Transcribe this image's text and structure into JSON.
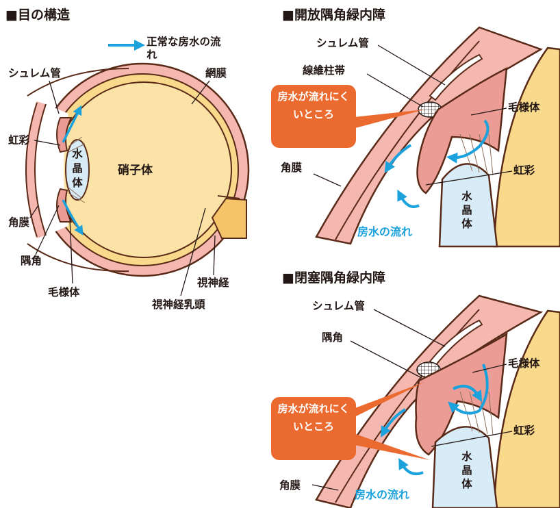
{
  "colors": {
    "outline": "#5a2a18",
    "pink": "#f4b8b0",
    "pink_dark": "#eb9d95",
    "yellow": "#f9d98b",
    "yellow_dark": "#f5c468",
    "lens": "#d7ecf7",
    "arrow": "#1ba1dc",
    "callout": "#ea6a30",
    "text": "#231815"
  },
  "left_panel": {
    "title": "■目の構造",
    "legend": "正常な房水の流れ",
    "labels": {
      "schlemm": "シュレム管",
      "iris": "虹彩",
      "cornea": "角膜",
      "angle": "隅角",
      "ciliary": "毛様体",
      "retina": "網膜",
      "vitreous": "硝子体",
      "lens": "水晶体",
      "optic_nerve": "視神経",
      "optic_disc": "視神経乳頭"
    }
  },
  "open_panel": {
    "title": "■開放隅角緑内障",
    "labels": {
      "schlemm": "シュレム管",
      "trabecular": "線維柱帯",
      "ciliary": "毛様体",
      "cornea": "角膜",
      "iris": "虹彩",
      "lens": "水晶体",
      "flow": "房水の流れ"
    },
    "callout": "房水が流れにくいところ"
  },
  "closed_panel": {
    "title": "■閉塞隅角緑内障",
    "labels": {
      "schlemm": "シュレム管",
      "angle": "隅角",
      "ciliary": "毛様体",
      "iris": "虹彩",
      "lens": "水晶体",
      "cornea": "角膜",
      "flow": "房水の流れ"
    },
    "callout": "房水が流れにくいところ"
  }
}
